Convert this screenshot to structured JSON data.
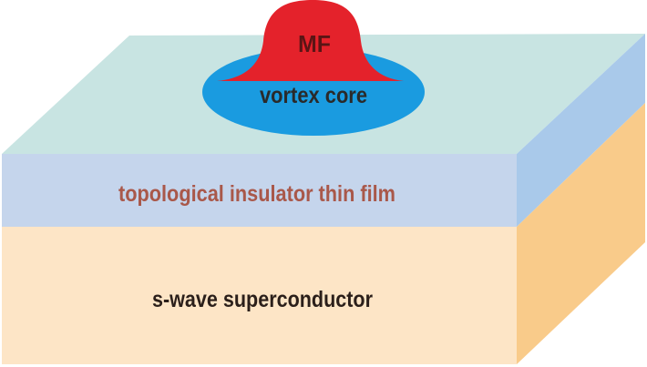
{
  "labels": {
    "mf": "MF",
    "vortex_core": "vortex core",
    "ti_layer": "topological insulator thin film",
    "sc_layer": "s-wave superconductor"
  },
  "colors": {
    "top_face": "#c8e4e2",
    "ti_front": "#c5d5ec",
    "ti_side": "#a9c9ea",
    "sc_front": "#fde5c6",
    "sc_side": "#f9cb8a",
    "vortex_core": "#1a9be0",
    "mf_peak": "#e4222b",
    "mf_text": "#5a1515",
    "vortex_text": "#2a2a2a",
    "ti_text": "#a9584a",
    "sc_text": "#2b1f1a"
  }
}
